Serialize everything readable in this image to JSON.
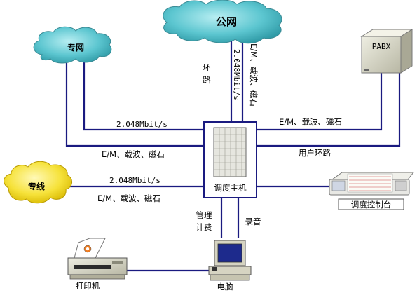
{
  "clouds": {
    "public": "公网",
    "private_net": "专网",
    "private_line": "专线"
  },
  "devices": {
    "pabx": "PABX",
    "host": "调度主机",
    "console": "调度控制台",
    "computer": "电脑",
    "printer": "打印机"
  },
  "links": {
    "loop_char1": "环",
    "loop_char2": "路",
    "public_rate": "2.048Mbit/s",
    "public_em": "E/M、载波、磁石",
    "private_rate": "2.048Mbit/s",
    "private_em": "E/M、载波、磁石",
    "line_rate": "2.048Mbit/s",
    "line_em": "E/M、载波、磁石",
    "pabx_em": "E/M、载波、磁石",
    "user_loop": "用户环路",
    "mgmt_1": "管理",
    "mgmt_2": "计费",
    "record": "录音"
  },
  "colors": {
    "wire": "#1a1a80",
    "cloud_teal": "#5cc6d0",
    "cloud_yellow": "#f6e23a",
    "device_gray": "#d9d8c8"
  }
}
